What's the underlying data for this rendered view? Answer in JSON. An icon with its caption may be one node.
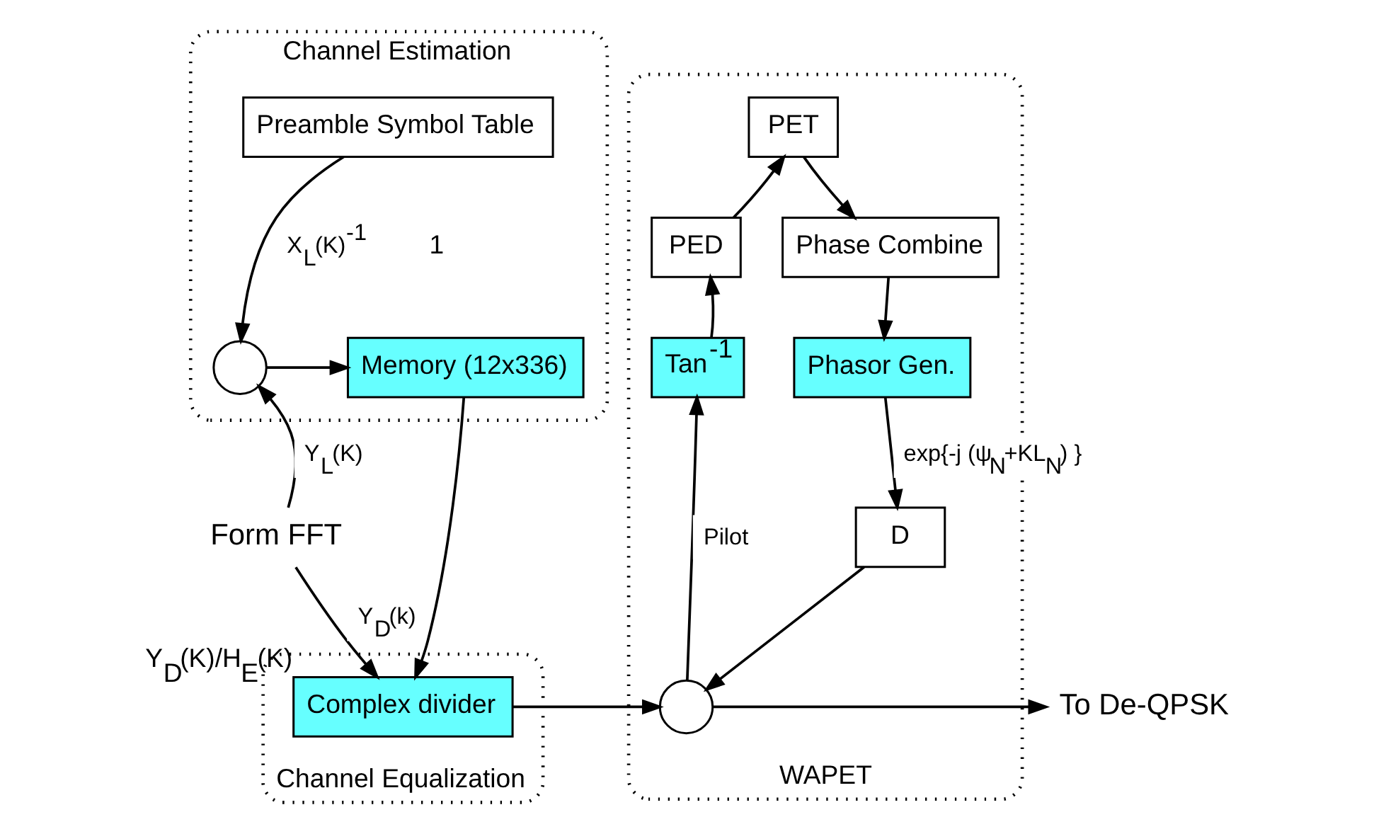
{
  "diagram": {
    "nodes": [
      {
        "text": [
          "Channel Estimation"
        ]
      },
      {
        "text": [
          "Preamble Symbol Table"
        ],
        "in": 0
      },
      {
        "text": [],
        "shape": "circle",
        "in": 0
      },
      {
        "text": [
          "Memory (12x336)"
        ],
        "in": 0
      },
      {
        "text": [
          "Channel Equalization"
        ]
      },
      {
        "text": [
          "Complex divider"
        ],
        "in": 4,
        "beside": [
          "Y$_{D}$(K)/H$_{E}$(K)"
        ]
      },
      {
        "text": [
          "WAPET"
        ]
      },
      {
        "text": [
          "PET"
        ],
        "in": 6
      },
      {
        "text": [
          "PED"
        ],
        "in": 6
      },
      {
        "text": [
          "Phase Combine"
        ],
        "in": 6
      },
      {
        "text": [
          "Tan$^{-1}$"
        ],
        "in": 6
      },
      {
        "text": [
          "Phasor Gen."
        ],
        "in": 6
      },
      {
        "text": [
          "D"
        ],
        "in": 6
      },
      {
        "text": [],
        "shape": "circle",
        "in": 6
      },
      {
        "text": [
          "Form FFT"
        ]
      },
      {
        "text": [
          "To De-QPSK"
        ]
      }
    ],
    "edges": [
      {
        "from": 14,
        "to": 2,
        "arrow": "to",
        "label": "Y$_{L}$(K)"
      },
      {
        "from": 14,
        "to": 5,
        "arrow": "to",
        "label": "Y$_{D}$(k)"
      },
      {
        "from": 1,
        "to": 2,
        "arrow": "to",
        "label": "X$_{L}$(K)$^{-1}$"
      },
      {
        "from": 2,
        "to": 3,
        "arrow": "to"
      },
      {
        "from": 3,
        "to": 5,
        "arrow": "to"
      },
      {
        "from": 5,
        "to": 13,
        "arrow": "to"
      },
      {
        "from": 13,
        "to": 10,
        "arrow": "to",
        "label": "Pilot"
      },
      {
        "from": 10,
        "to": 8,
        "arrow": "to"
      },
      {
        "from": 8,
        "to": 7,
        "arrow": "to"
      },
      {
        "from": 7,
        "to": 9,
        "arrow": "to"
      },
      {
        "from": 9,
        "to": 11,
        "arrow": "to"
      },
      {
        "from": 11,
        "to": 12,
        "arrow": "to",
        "label": "exp{-j (ψ$_{N}$+KL$_{N}$) }"
      },
      {
        "from": 12,
        "to": 13,
        "arrow": "to"
      },
      {
        "from": 13,
        "to": 15,
        "arrow": "to"
      }
    ],
    "labels": [
      "1"
    ]
  }
}
